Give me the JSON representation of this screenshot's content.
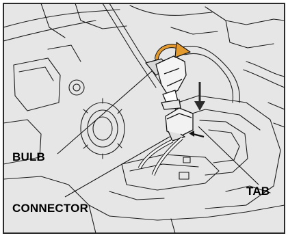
{
  "figure": {
    "callouts": {
      "bulb": "BULB",
      "connector": "CONNECTOR",
      "tab": "TAB"
    },
    "colors": {
      "background": "#e6e6e6",
      "frame": "#2b2b2b",
      "linework": "#1a1a1a",
      "arrow_orange": "#e39a2e",
      "arrow_dark": "#2a2a2a"
    },
    "icons": [
      "rotation-arrow-icon",
      "push-arrow-icon"
    ]
  }
}
